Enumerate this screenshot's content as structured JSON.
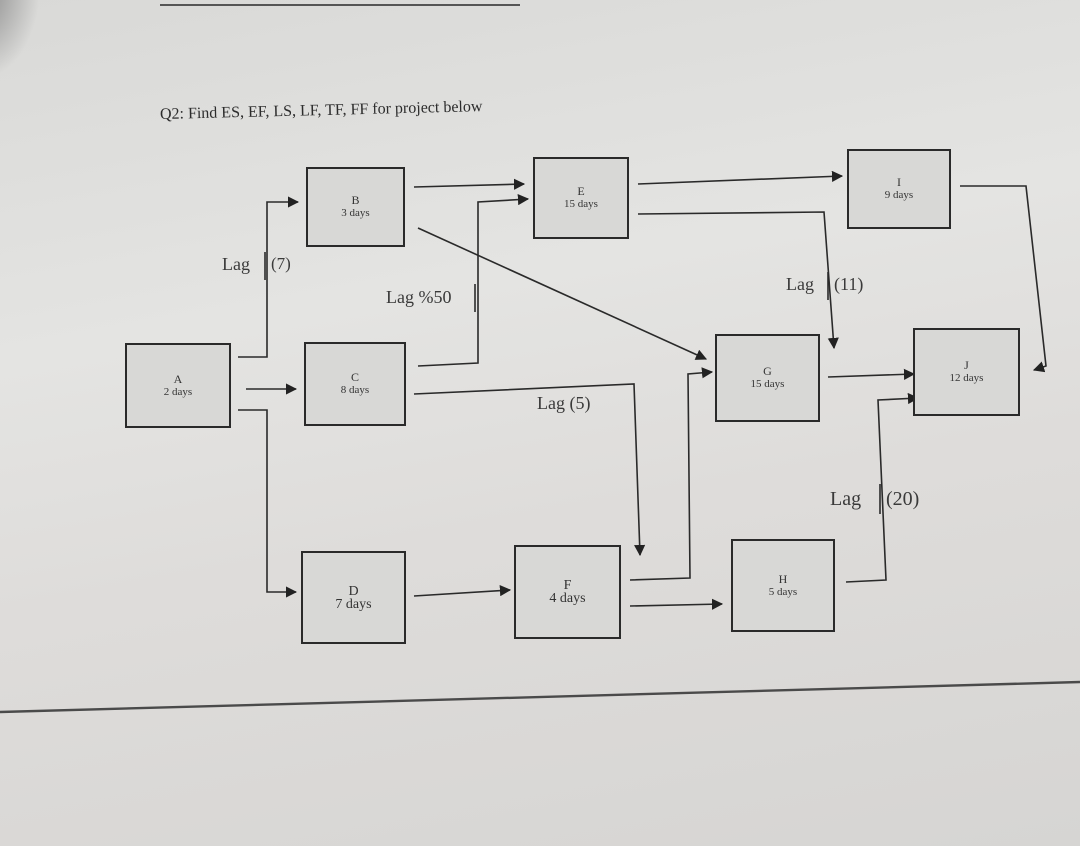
{
  "title": "Q2: Find ES, EF, LS, LF, TF, FF for project below",
  "nodes": {
    "A": {
      "name": "A",
      "duration": "2 days"
    },
    "B": {
      "name": "B",
      "duration": "3 days"
    },
    "C": {
      "name": "C",
      "duration": "8 days"
    },
    "D": {
      "name": "D",
      "duration": "7 days"
    },
    "E": {
      "name": "E",
      "duration": "15 days"
    },
    "F": {
      "name": "F",
      "duration": "4 days"
    },
    "G": {
      "name": "G",
      "duration": "15 days"
    },
    "H": {
      "name": "H",
      "duration": "5 days"
    },
    "I": {
      "name": "I",
      "duration": "9 days"
    },
    "J": {
      "name": "J",
      "duration": "12 days"
    }
  },
  "lags": {
    "ab": "Lag",
    "ab_value": "(7)",
    "ce": "Lag %50",
    "eg": "Lag",
    "eg_value": "(11)",
    "cf": "Lag (5)",
    "hj": "Lag",
    "hj_value": "(20)"
  }
}
